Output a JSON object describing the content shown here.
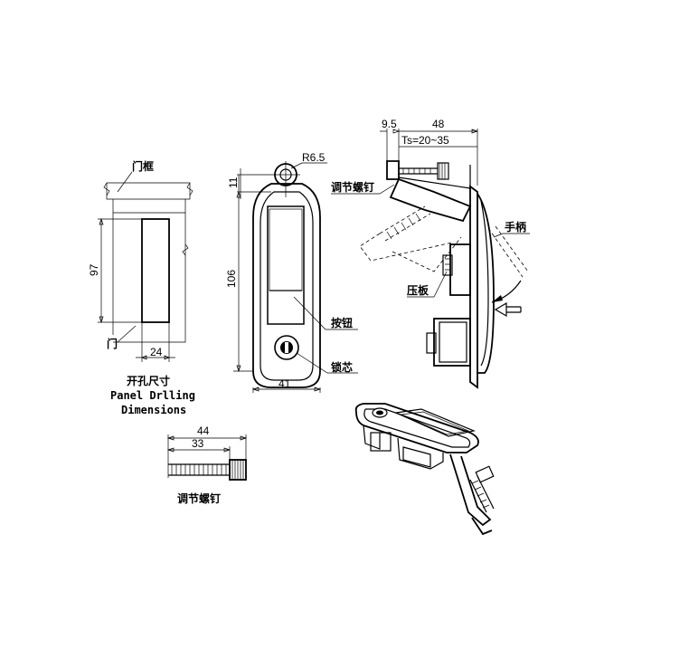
{
  "panel_cutout": {
    "frame_label": "门框",
    "door_label": "门",
    "height_dim": "97",
    "width_dim": "24",
    "caption_cn": "开孔尺寸",
    "caption_en_1": "Panel Drlling",
    "caption_en_2": "Dimensions"
  },
  "front_view": {
    "radius_dim": "R6.5",
    "top_dim": "11",
    "height_dim": "106",
    "width_dim": "41",
    "button_label": "按钮",
    "lock_core_label": "锁芯"
  },
  "side_view": {
    "dim_a": "9.5",
    "dim_b": "48",
    "thickness_dim": "Ts=20~35",
    "adjust_screw_label": "调节螺钉",
    "handle_label": "手柄",
    "press_plate_label": "压板"
  },
  "screw_detail": {
    "total_dim": "44",
    "thread_dim": "33",
    "label": "调节螺钉"
  }
}
